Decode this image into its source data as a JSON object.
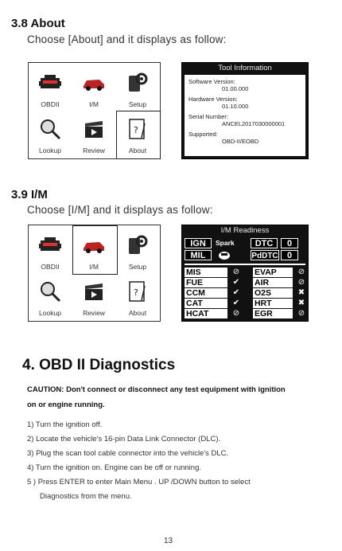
{
  "sec38": {
    "heading": "3.8  About",
    "intro": "Choose [About] and it displays as follow:"
  },
  "menu": {
    "labels": [
      "OBDII",
      "I/M",
      "Setup",
      "Lookup",
      "Review",
      "About"
    ]
  },
  "tool_info": {
    "title": "Tool Information",
    "software_label": "Software Version:",
    "software_value": "01.00.000",
    "hardware_label": "Hardware Version:",
    "hardware_value": "01.10.000",
    "serial_label": "Serial Number:",
    "serial_value": "ANCEL2017030000001",
    "supported_label": "Supported:",
    "supported_value": "OBD-II/EOBD"
  },
  "sec39": {
    "heading": "3.9  I/M",
    "intro": "Choose [I/M] and it displays as follow:"
  },
  "im_readiness": {
    "title": "I/M Readiness",
    "ign": "IGN",
    "spark": "Spark",
    "dtc": "DTC",
    "dtc_val": "0",
    "mil": "MIL",
    "pddtc": "PdDTC",
    "pddtc_val": "0",
    "rows": [
      {
        "a": "MIS",
        "as": "⊘",
        "b": "EVAP",
        "bs": "⊘"
      },
      {
        "a": "FUE",
        "as": "✔",
        "b": "AIR",
        "bs": "⊘"
      },
      {
        "a": "CCM",
        "as": "✔",
        "b": "O2S",
        "bs": "✖"
      },
      {
        "a": "CAT",
        "as": "✔",
        "b": "HRT",
        "bs": "✖"
      },
      {
        "a": "HCAT",
        "as": "⊘",
        "b": "EGR",
        "bs": "⊘"
      }
    ]
  },
  "sec4": {
    "heading": "4. OBD II Diagnostics",
    "caution_line1": "CAUTION: Don't connect or disconnect any test equipment with ignition",
    "caution_line2": "on or engine running.",
    "steps": [
      "1) Turn the ignition off.",
      "2) Locate the vehicle's 16-pin Data Link Connector (DLC).",
      "3) Plug the scan tool cable connector into the vehicle's DLC.",
      "4) Turn the ignition on. Engine can be off or running.",
      "5 ) Press ENTER to enter Main Menu . UP /DOWN button to select",
      "Diagnostics from the menu."
    ]
  },
  "page_number": "13"
}
